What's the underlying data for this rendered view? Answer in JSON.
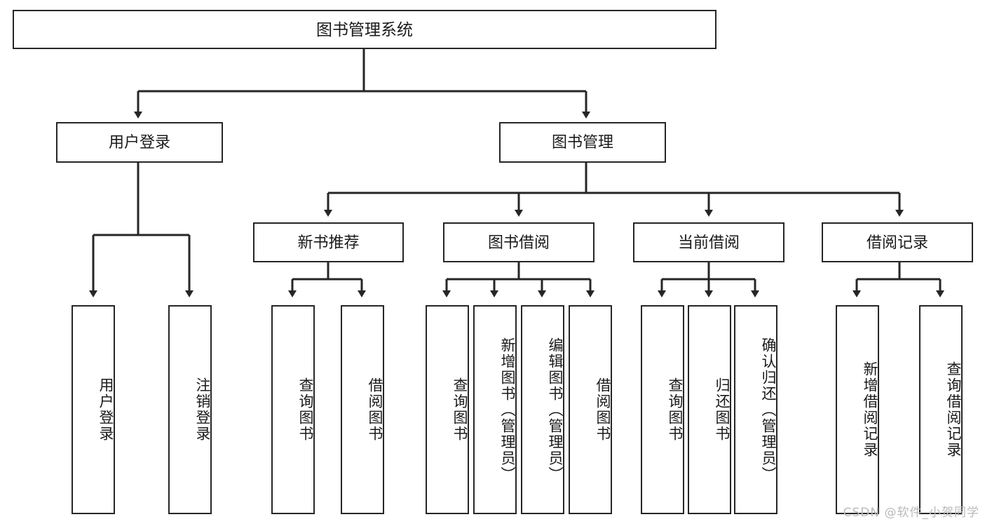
{
  "diagram": {
    "title": "图书管理系统",
    "type": "tree-hierarchy-chart",
    "background_color": "#ffffff",
    "line_color": "#262626",
    "text_color": "#1a1a1a",
    "root": {
      "label": "图书管理系统"
    },
    "level2": [
      {
        "label": "用户登录"
      },
      {
        "label": "图书管理"
      }
    ],
    "level3": [
      {
        "label": "新书推荐"
      },
      {
        "label": "图书借阅"
      },
      {
        "label": "当前借阅"
      },
      {
        "label": "借阅记录"
      }
    ],
    "leaves": {
      "user_login": [
        {
          "label": "用户登录"
        },
        {
          "label": "注销登录"
        }
      ],
      "new_book_recommend": [
        {
          "label": "查询图书"
        },
        {
          "label": "借阅图书"
        }
      ],
      "book_borrow": [
        {
          "label": "查询图书"
        },
        {
          "label": "新增图书（管理员）"
        },
        {
          "label": "编辑图书（管理员）"
        },
        {
          "label": "借阅图书"
        }
      ],
      "current_borrow": [
        {
          "label": "查询图书"
        },
        {
          "label": "归还图书"
        },
        {
          "label": "确认归还（管理员）"
        }
      ],
      "borrow_record": [
        {
          "label": "新增借阅记录"
        },
        {
          "label": "查询借阅记录"
        }
      ]
    }
  },
  "watermark": {
    "text": "CSDN @软件_小贺同学"
  }
}
